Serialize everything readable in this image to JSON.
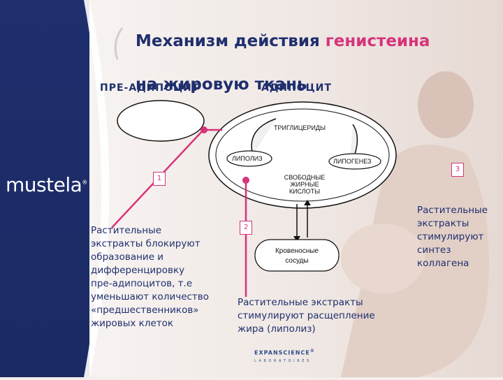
{
  "slide": {
    "title_part1": "Механизм действия ",
    "title_accent": "генистеина",
    "title_part2": "на жировую ткань",
    "brand": "mustela",
    "label_pre_adipocyte": "ПРЕ-АДИПОЦИТ",
    "label_adipocyte": "АДИПОЦИТ",
    "diagram": {
      "triglycerides": "ТРИГЛИЦЕРИДЫ",
      "lipolysis": "ЛИПОЛИЗ",
      "lipogenesis": "ЛИПОГЕНЕЗ",
      "fatty_acids_line1": "СВОБОДНЫЕ",
      "fatty_acids_line2": "ЖИРНЫЕ КИСЛОТЫ",
      "vessels_line1": "Кровеносные",
      "vessels_line2": "сосуды"
    },
    "steps": [
      {
        "number": "1",
        "text": "Растительные\nэкстракты блокируют\nобразование и\nдифференцировку\nпре-адипоцитов, т.е\nуменьшают количество\n«предшественников»\nжировых клеток"
      },
      {
        "number": "2",
        "text": "Растительные экстракты\nстимулируют расщепление\nжира (липолиз)"
      },
      {
        "number": "3",
        "text": "Растительные\nэкстракты\nстимулируют\nсинтез\nколлагена"
      }
    ],
    "footer_logo_line1": "EXPANSCIENCE",
    "footer_logo_line2": "L A B O R A T O I R E S",
    "colors": {
      "navy": "#1f2f6e",
      "accent": "#d6337a"
    }
  }
}
